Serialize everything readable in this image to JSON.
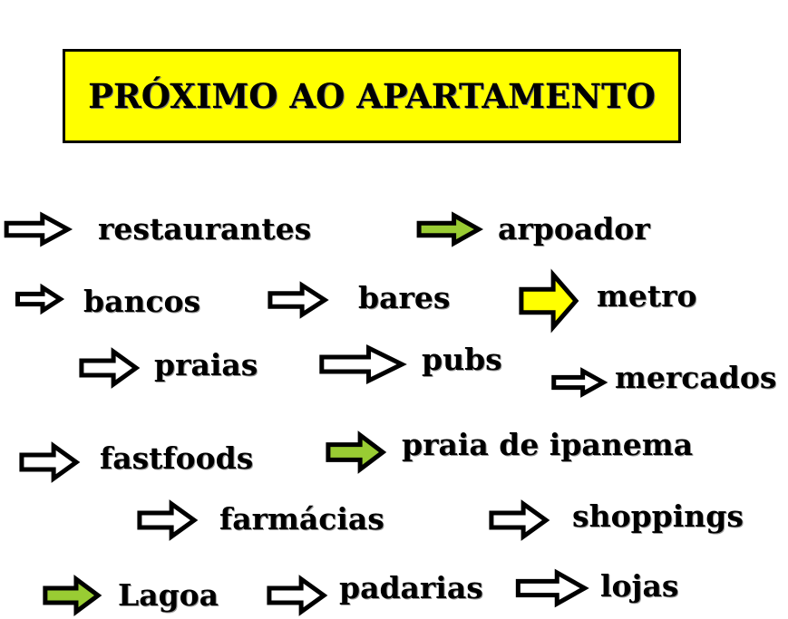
{
  "title": "PRÓXIMO AO APARTAMENTO",
  "colors": {
    "title_box": "#ffff00",
    "arrow_white": "#ffffff",
    "arrow_green": "#99cc33",
    "arrow_yellow": "#ffff00",
    "outline": "#000000"
  },
  "items": [
    {
      "label": "restaurantes",
      "arrow": "white"
    },
    {
      "label": "arpoador",
      "arrow": "green"
    },
    {
      "label": "bancos",
      "arrow": "white"
    },
    {
      "label": "bares",
      "arrow": "white"
    },
    {
      "label": "metro",
      "arrow": "yellow"
    },
    {
      "label": "praias",
      "arrow": "white"
    },
    {
      "label": "pubs",
      "arrow": "white"
    },
    {
      "label": "mercados",
      "arrow": "white"
    },
    {
      "label": "fastfoods",
      "arrow": "white"
    },
    {
      "label": "praia de ipanema",
      "arrow": "green"
    },
    {
      "label": "farmácias",
      "arrow": "white"
    },
    {
      "label": "shoppings",
      "arrow": "white"
    },
    {
      "label": "Lagoa",
      "arrow": "green"
    },
    {
      "label": "padarias",
      "arrow": "white"
    },
    {
      "label": "lojas",
      "arrow": "white"
    }
  ]
}
